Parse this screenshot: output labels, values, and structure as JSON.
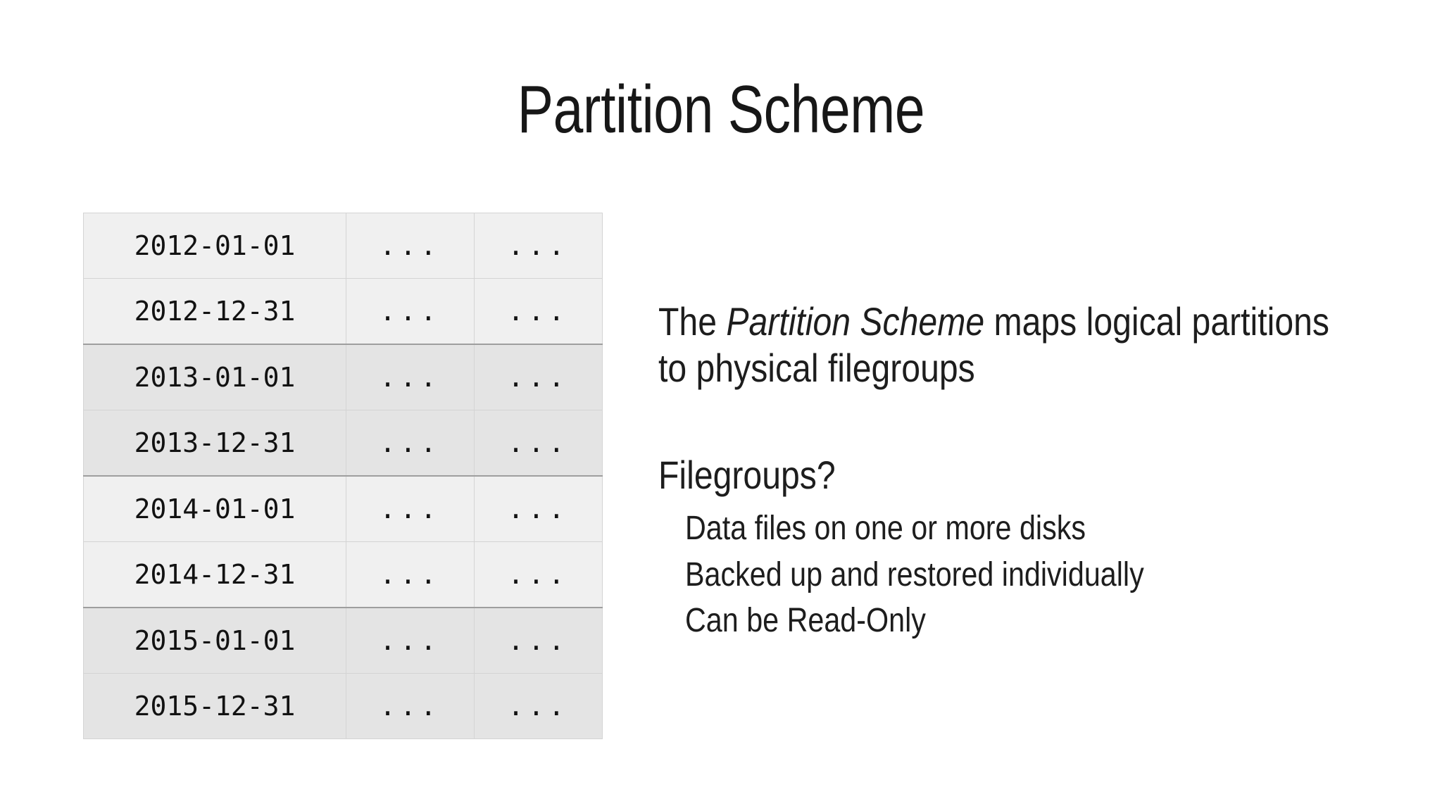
{
  "slide": {
    "title": "Partition Scheme"
  },
  "table": {
    "columns": [
      "boundary-date",
      "ellipsis-1",
      "ellipsis-2"
    ],
    "ellipsis": "...",
    "rows": [
      {
        "date": "2012-01-01",
        "c2": "...",
        "c3": "...",
        "shaded": false
      },
      {
        "date": "2012-12-31",
        "c2": "...",
        "c3": "...",
        "shaded": false
      },
      {
        "date": "2013-01-01",
        "c2": "...",
        "c3": "...",
        "shaded": true
      },
      {
        "date": "2013-12-31",
        "c2": "...",
        "c3": "...",
        "shaded": true
      },
      {
        "date": "2014-01-01",
        "c2": "...",
        "c3": "...",
        "shaded": false
      },
      {
        "date": "2014-12-31",
        "c2": "...",
        "c3": "...",
        "shaded": false
      },
      {
        "date": "2015-01-01",
        "c2": "...",
        "c3": "...",
        "shaded": true
      },
      {
        "date": "2015-12-31",
        "c2": "...",
        "c3": "...",
        "shaded": true
      }
    ]
  },
  "body": {
    "paragraph": {
      "lead": "The ",
      "emphasis": "Partition Scheme",
      "tail": " maps logical partitions to physical filegroups"
    },
    "section_heading": "Filegroups?",
    "sub_items": [
      "Data files on one or more disks",
      "Backed up and restored individually",
      "Can be Read-Only"
    ]
  },
  "colors": {
    "background": "#ffffff",
    "text": "#1d1d1d",
    "cell_light": "#f0f0f0",
    "cell_shaded": "#e4e4e4",
    "cell_border": "#d4d4d4",
    "group_border": "#9e9e9e"
  }
}
